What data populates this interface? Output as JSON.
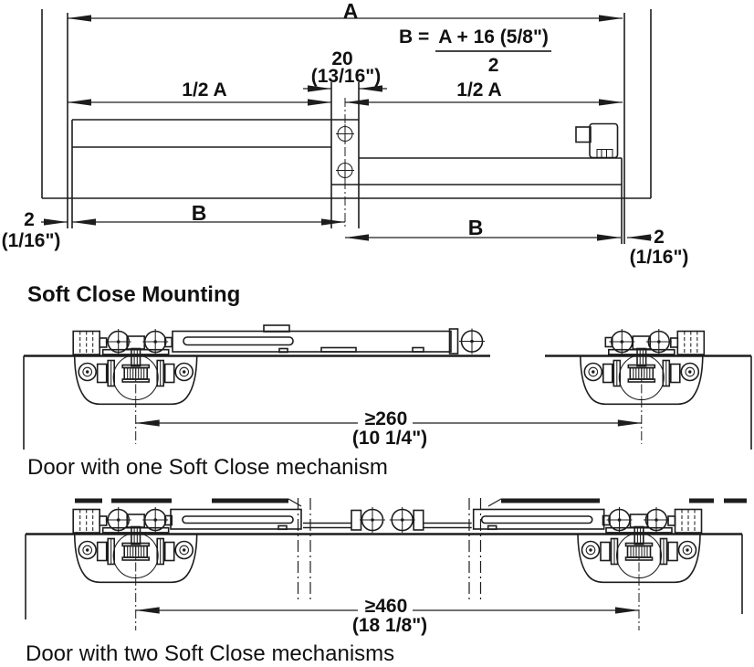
{
  "top_diagram": {
    "dim_a": "A",
    "formula": {
      "lhs": "B =",
      "numerator": "A + 16 (5/8\")",
      "denominator": "2"
    },
    "dim_20_mm": "20",
    "dim_20_in": "(13/16\")",
    "dim_half_a_left": "1/2 A",
    "dim_half_a_right": "1/2 A",
    "dim_b_left": "B",
    "dim_b_right": "B",
    "gap_left_mm": "2",
    "gap_left_in": "(1/16\")",
    "gap_right_mm": "2",
    "gap_right_in": "(1/16\")"
  },
  "soft_close": {
    "heading": "Soft Close Mounting",
    "one_mechanism": {
      "dim_mm": "≥260",
      "dim_in": "(10 1/4\")",
      "caption": "Door with one Soft Close mechanism"
    },
    "two_mechanisms": {
      "dim_mm": "≥460",
      "dim_in": "(18 1/8\")",
      "caption": "Door with two Soft Close mechanisms"
    }
  },
  "colors": {
    "line": "#1d1d1d",
    "text": "#111111",
    "background": "#ffffff"
  }
}
